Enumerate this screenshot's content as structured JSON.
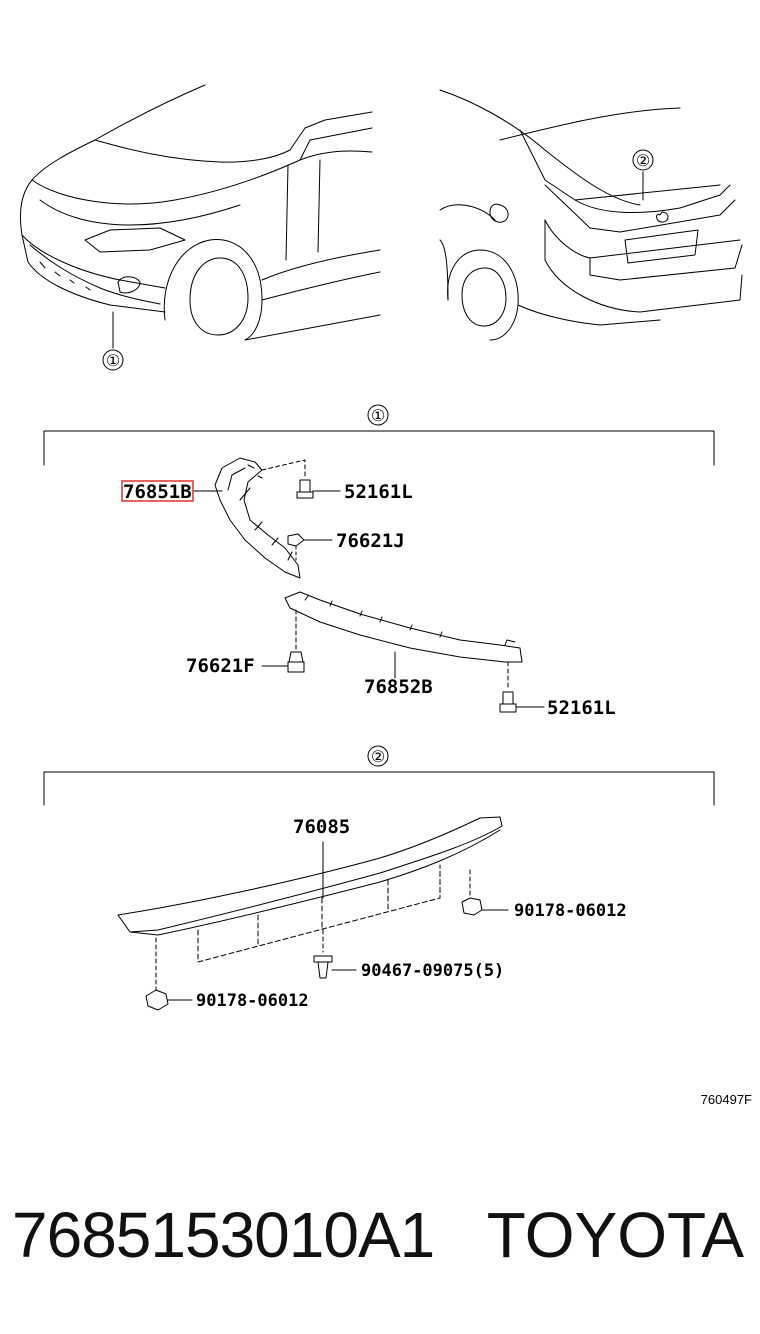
{
  "diagram": {
    "callout_1": "①",
    "callout_2": "②",
    "group_1_label": "①",
    "group_2_label": "②",
    "parts": {
      "p76851B": "76851B",
      "p52161L_top": "52161L",
      "p76621J": "76621J",
      "p76621F": "76621F",
      "p76852B": "76852B",
      "p52161L_bottom": "52161L",
      "p76085": "76085",
      "p90178_right": "90178-06012",
      "p90467": "90467-09075(5)",
      "p90178_left": "90178-06012"
    },
    "figure_code": "760497F",
    "highlight_color": "#e03030"
  },
  "footer": {
    "part_number": "7685153010A1",
    "brand": "TOYOTA"
  }
}
